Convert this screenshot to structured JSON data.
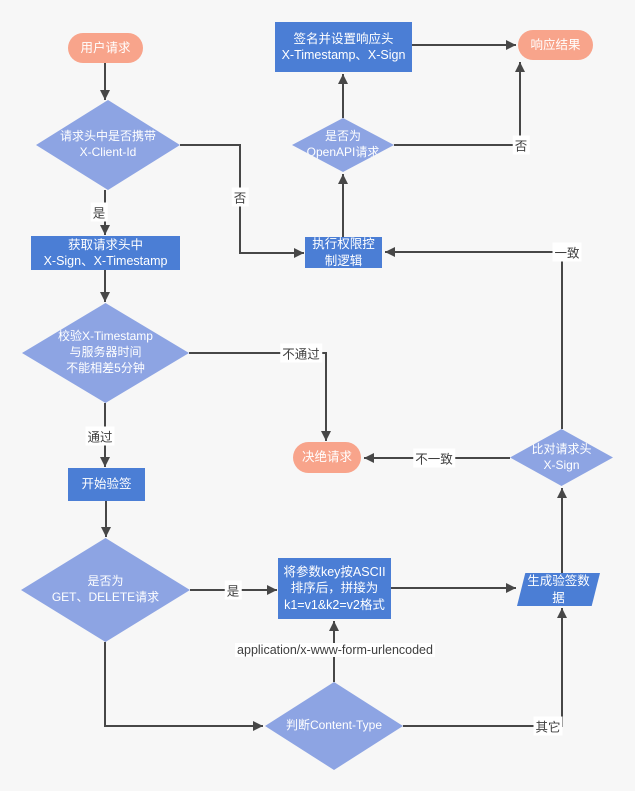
{
  "diagram_title": "OpenAPI signature verification flow",
  "colors": {
    "background": "#F7F7F7",
    "process_fill": "#4B7ED5",
    "decision_fill": "#8DA4E3",
    "terminal_fill": "#F8A48B",
    "edge_line": "#474747",
    "node_text": "#FFFFFF",
    "edge_label_text": "#3F3F3F",
    "edge_label_background": "#FFFFFF"
  },
  "nodes": {
    "user_request": {
      "label": "用户请求"
    },
    "check_client_id": {
      "label": "请求头中是否携带\nX-Client-Id"
    },
    "get_headers": {
      "label": "获取请求头中\nX-Sign、X-Timestamp"
    },
    "check_timestamp": {
      "label": "校验X-Timestamp\n与服务器时间\n不能相差5分钟"
    },
    "start_verify": {
      "label": "开始验签"
    },
    "check_get_delete": {
      "label": "是否为\nGET、DELETE请求"
    },
    "sort_params": {
      "label": "将参数key按ASCII\n排序后，拼接为\nk1=v1&k2=v2格式"
    },
    "gen_sign_data": {
      "label": "生成验签数\n据"
    },
    "check_content_type": {
      "label": "判断Content-Type"
    },
    "compare_sign": {
      "label": "比对请求头\nX-Sign"
    },
    "reject_request": {
      "label": "决绝请求"
    },
    "perm_control": {
      "label": "执行权限控\n制逻辑"
    },
    "check_openapi": {
      "label": "是否为\nOpenAPI请求"
    },
    "sign_response": {
      "label": "签名并设置响应头\nX-Timestamp、X-Sign"
    },
    "response_result": {
      "label": "响应结果"
    }
  },
  "edges": {
    "client_id_yes": "是",
    "client_id_no": "否",
    "timestamp_pass": "通过",
    "timestamp_fail": "不通过",
    "get_delete_yes": "是",
    "content_type_form": "application/x-www-form-urlencoded",
    "content_type_other": "其它",
    "compare_mismatch": "不一致",
    "compare_match": "一致",
    "openapi_no": "否"
  }
}
